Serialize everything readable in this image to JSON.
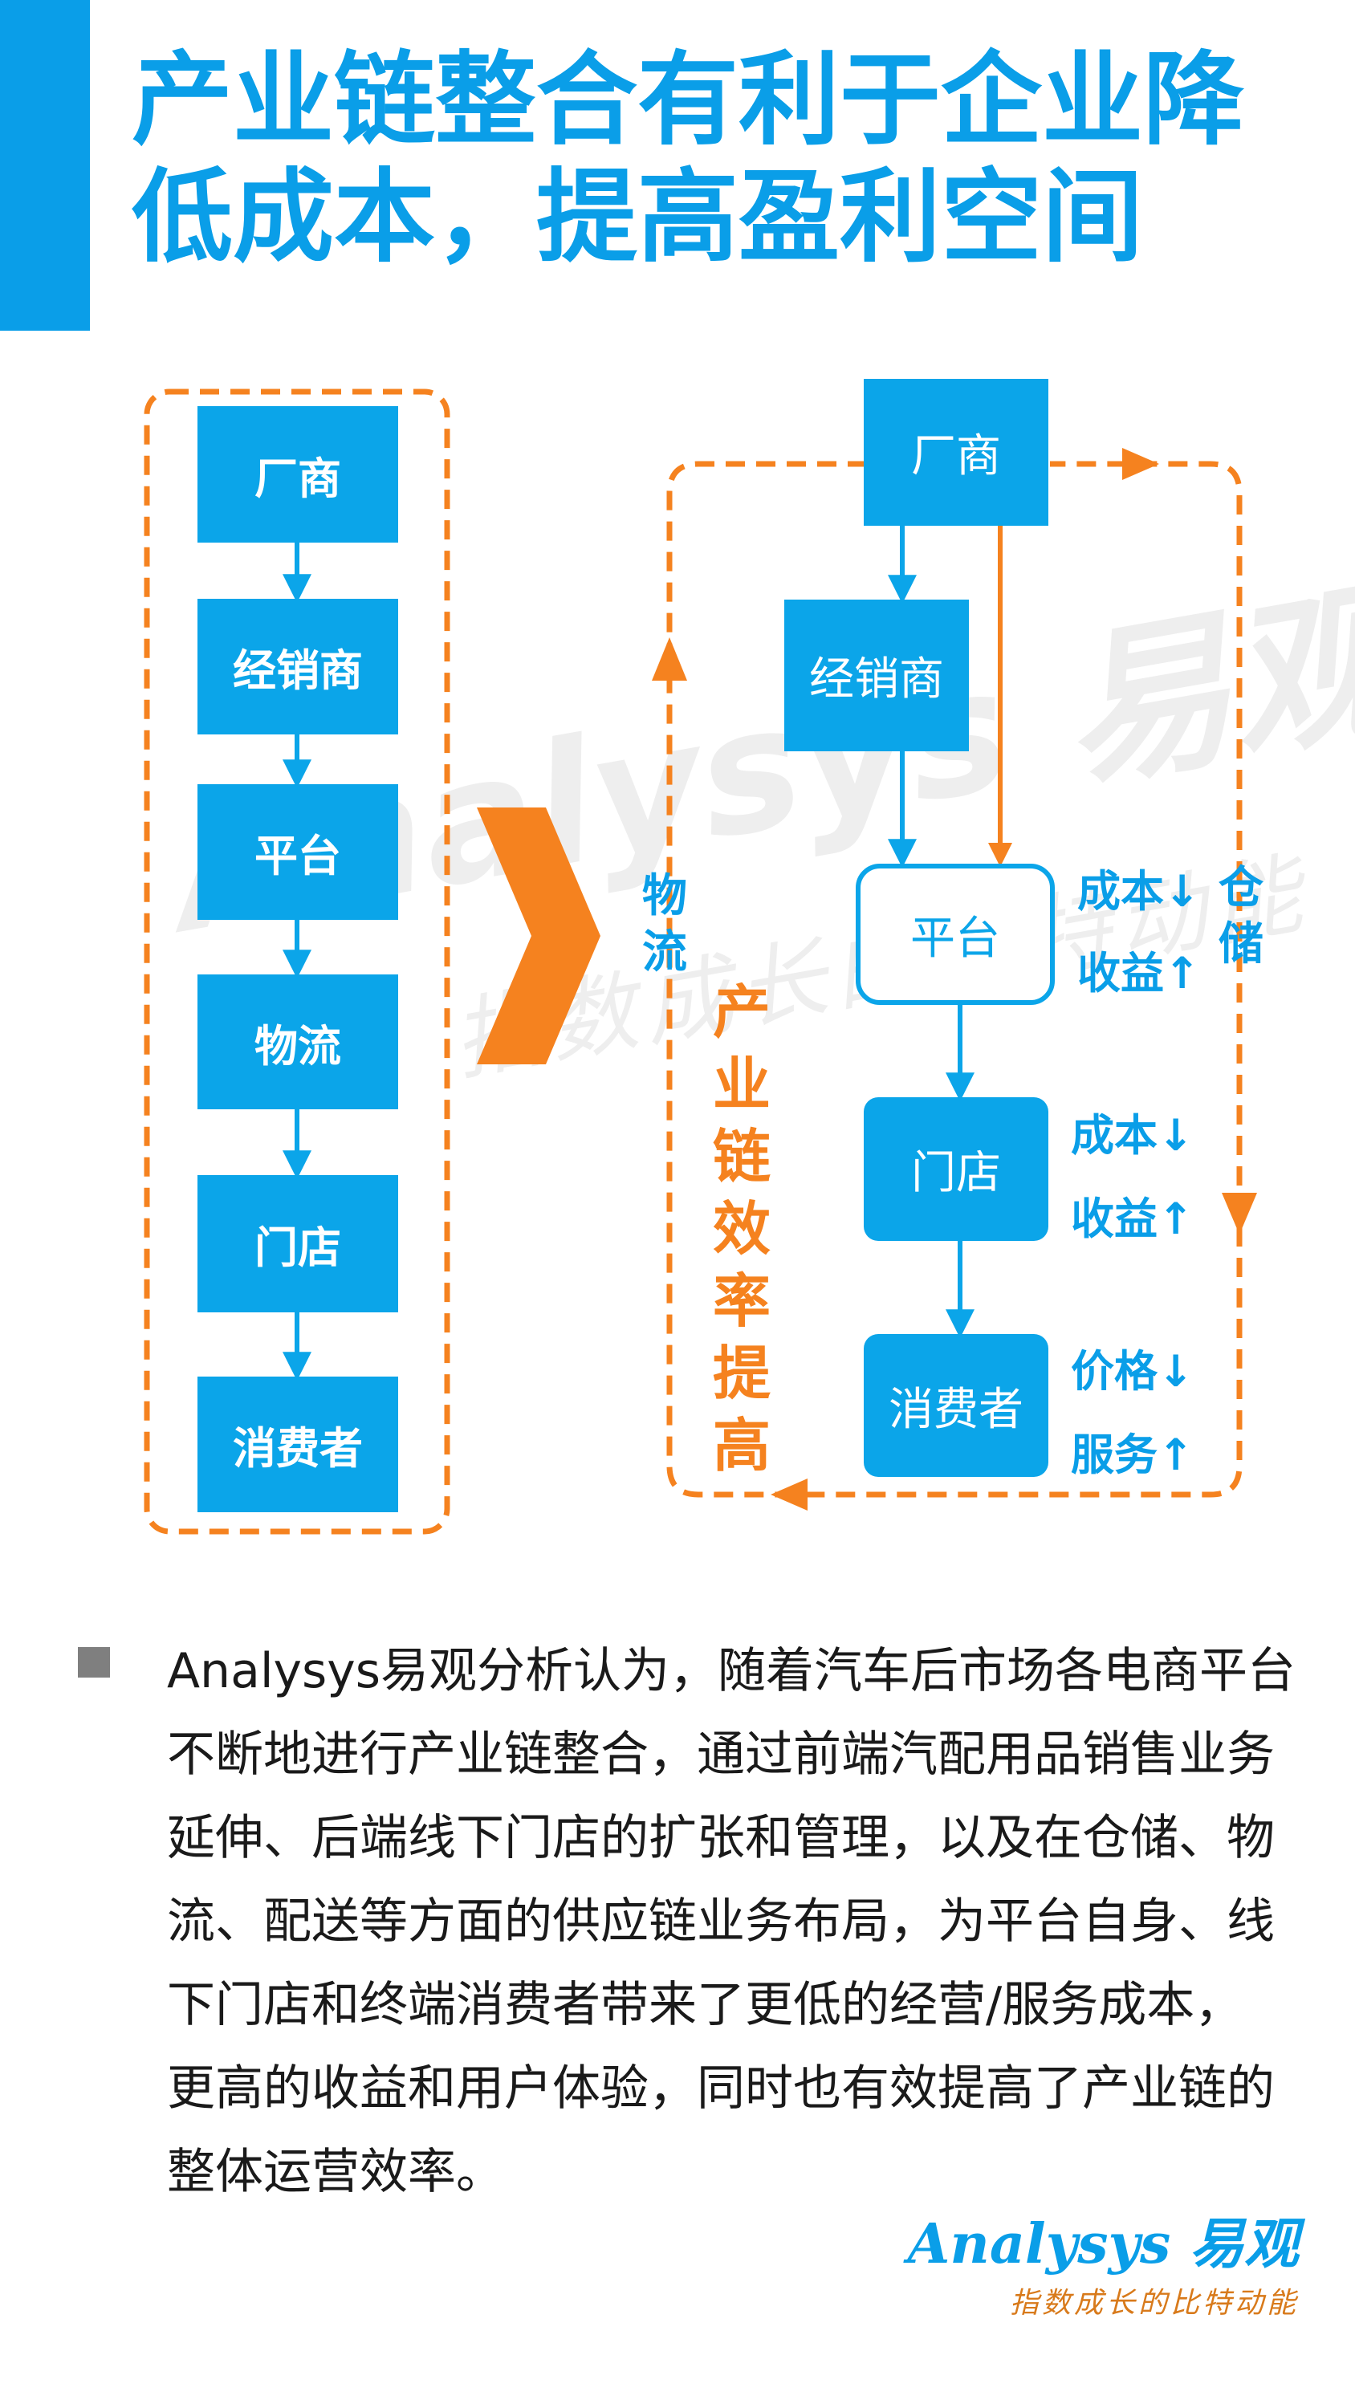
{
  "title": {
    "line1": "产业链整合有利于企业降",
    "line2": "低成本，提高盈利空间"
  },
  "left_chain": [
    "厂商",
    "经销商",
    "平台",
    "物流",
    "门店",
    "消费者"
  ],
  "right_chain": {
    "manufacturer": "厂商",
    "distributor": "经销商",
    "platform": "平台",
    "store": "门店",
    "consumer": "消费者"
  },
  "annotations": {
    "platform_cost": "成本↓",
    "platform_revenue": "收益↑",
    "store_cost": "成本↓",
    "store_revenue": "收益↑",
    "consumer_price": "价格↓",
    "consumer_service": "服务↑"
  },
  "loop_labels": {
    "logistics": [
      "物",
      "流"
    ],
    "warehouse": [
      "仓",
      "储"
    ],
    "efficiency": [
      "产",
      "业",
      "链",
      "效",
      "率",
      "提",
      "高"
    ]
  },
  "watermark": {
    "brand": "Analysys 易观",
    "tagline": "指数成长的比特动能"
  },
  "paragraph": [
    "Analysys易观分析认为，随着汽车后市场各电商平台",
    "不断地进行产业链整合，通过前端汽配用品销售业务",
    "延伸、后端线下门店的扩张和管理，以及在仓储、物",
    "流、配送等方面的供应链业务布局，为平台自身、线",
    "下门店和终端消费者带来了更低的经营/服务成本，",
    "更高的收益和用户体验，同时也有效提高了产业链的",
    "整体运营效率。"
  ],
  "logo": {
    "text": "Analysys 易观",
    "tagline": "指数成长的比特动能"
  },
  "colors": {
    "blue": "#0a9ee8",
    "box_blue": "#0ba5e9",
    "orange": "#f5821f",
    "bullet_gray": "#7f7f7f"
  }
}
